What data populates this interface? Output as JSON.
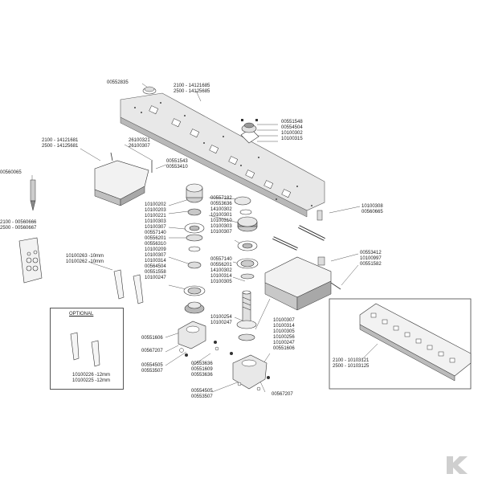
{
  "diagram": {
    "optional_title": "OPTIONAL",
    "brand_mark": "K",
    "labels": {
      "l00552835": "00552835",
      "cutterbar_parts": "2100 - 14121685\n2500 - 14125685",
      "top_right_parts": "00551548\n00554504\n10100302\n10100315",
      "side_bracket_parts": "2100 - 14121681\n2500 - 14125681",
      "side_bracket_screws": "26100321\n26100307",
      "l00560065": "00560065",
      "bracket_bolts": "00551543\n00553410",
      "left_drive_parts": "10100202\n10100203\n10100221\n10100303\n10100307\n00557140\n00556201\n00556310\n10100209\n10100307\n10100314\n00564504\n00551558\n10100247",
      "right_drive_upper": "00557182\n00553636\n14100302\n10100301\n10100310\n10100303\n10100307",
      "right_drive_lower": "00557140\n00556201\n14100302\n10100314\n10100305",
      "spacer_parts": "10100308\n00560665",
      "kit_parts": "2100 - 00560666\n2500 - 00560667",
      "knives": "10100263 -10mm\n10100262 -10mm",
      "right_bracket_parts": "00553412\n10100997\n00551582",
      "optional_knives": "10100226 -12mm\n10100225 -12mm",
      "l00551606_a": "00551606",
      "l00567207_a": "00567207",
      "left_nuts": "00554505\n00553507",
      "center_upper": "10100254\n10100247",
      "center_right": "10100307\n10100314\n10100305\n10100256\n10100247\n00551606",
      "center_mid": "00553636\n00551609\n00553636",
      "center_bottom": "00554505\n00553507",
      "l00567207_b": "00567207",
      "beam_parts": "2100 - 10103121\n2500 - 10103125"
    }
  }
}
